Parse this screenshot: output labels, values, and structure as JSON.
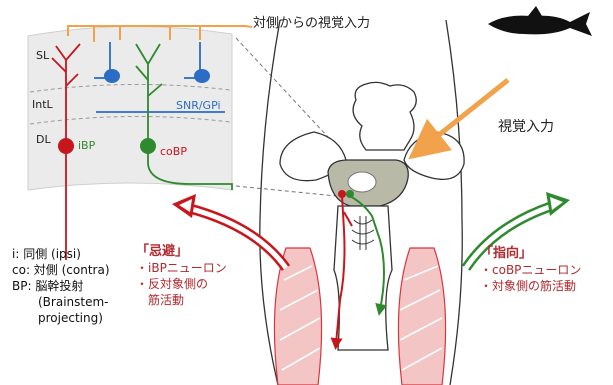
{
  "colors": {
    "red": "#c8161d",
    "green": "#2f8a2f",
    "blue": "#2b6cc4",
    "orange": "#f2a24a",
    "gray_panel": "#ebebeb",
    "muscle_fill": "#f4c5c5",
    "muscle_stroke": "#d9363e",
    "darkred_text": "#b2292e"
  },
  "inset": {
    "title": "対側からの視覚入力",
    "layers": {
      "sl": "SL",
      "intl": "IntL",
      "dl": "DL"
    },
    "snr_label": "SNR/GPi",
    "ibp_label": "iBP",
    "cobp_label": "coBP"
  },
  "visual_input_label": "視覚入力",
  "legend": {
    "line1": "i: 同側 (ipsi)",
    "line2": "co: 対側 (contra)",
    "line3": "BP: 脳幹投射",
    "line4": "(Brainstem-",
    "line5": "projecting)"
  },
  "avoidance": {
    "title": "「忌避」",
    "items": [
      "・iBPニューロン",
      "・反対象側の",
      "筋活動"
    ]
  },
  "orienting": {
    "title": "「指向」",
    "items": [
      "・coBPニューロン",
      "・対象側の筋活動"
    ]
  }
}
